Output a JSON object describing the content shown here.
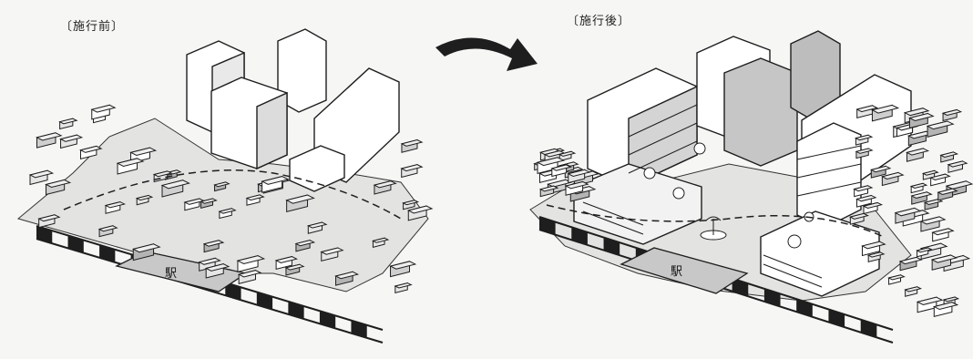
{
  "before": {
    "label": "〔施行前〕",
    "station": "駅"
  },
  "after": {
    "label": "〔施行後〕",
    "station": "駅"
  },
  "colors": {
    "ink": "#1e1e1e",
    "paper": "#f6f6f4",
    "white": "#ffffff",
    "light": "#dcdcdc",
    "mid": "#b9b9b9",
    "dark": "#8f8f8f"
  }
}
